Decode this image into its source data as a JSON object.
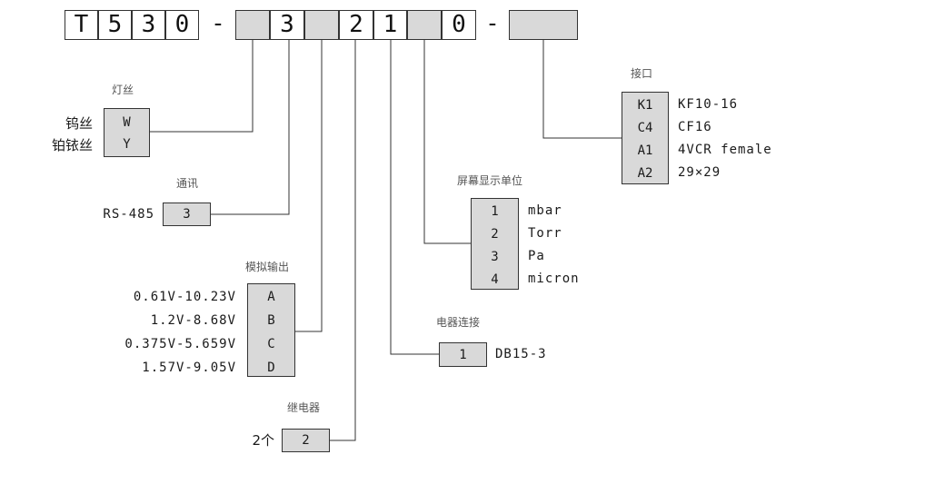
{
  "code": {
    "boxes": [
      "T",
      "5",
      "3",
      "0",
      "",
      "3",
      "",
      "2",
      "1",
      "",
      "0",
      ""
    ],
    "dash1": "-",
    "dash2": "-"
  },
  "filament": {
    "heading": "灯丝",
    "labels": [
      "钨丝",
      "铂铱丝"
    ],
    "codes": [
      "W",
      "Y"
    ]
  },
  "comm": {
    "heading": "通讯",
    "labels": [
      "RS-485"
    ],
    "codes": [
      "3"
    ]
  },
  "analog": {
    "heading": "模拟输出",
    "labels": [
      "0.61V-10.23V",
      "1.2V-8.68V",
      "0.375V-5.659V",
      "1.57V-9.05V"
    ],
    "codes": [
      "A",
      "B",
      "C",
      "D"
    ]
  },
  "relay": {
    "heading": "继电器",
    "labels": [
      "2个"
    ],
    "codes": [
      "2"
    ]
  },
  "connector": {
    "heading": "电器连接",
    "codes": [
      "1"
    ],
    "labels": [
      "DB15-3"
    ]
  },
  "unit": {
    "heading": "屏幕显示单位",
    "codes": [
      "1",
      "2",
      "3",
      "4"
    ],
    "labels": [
      "mbar",
      "Torr",
      "Pa",
      "micron"
    ]
  },
  "port": {
    "heading": "接口",
    "codes": [
      "K1",
      "C4",
      "A1",
      "A2"
    ],
    "labels": [
      "KF10-16",
      "CF16",
      "4VCR female",
      "29×29"
    ]
  }
}
